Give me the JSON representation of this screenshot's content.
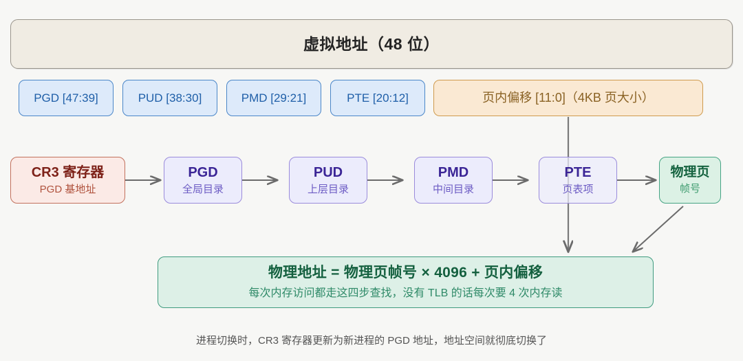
{
  "banner": {
    "title": "虚拟地址（48 位）"
  },
  "bitfields": [
    {
      "label": "PGD [47:39]",
      "kind": "index"
    },
    {
      "label": "PUD [38:30]",
      "kind": "index"
    },
    {
      "label": "PMD [29:21]",
      "kind": "index"
    },
    {
      "label": "PTE [20:12]",
      "kind": "index"
    },
    {
      "label": "页内偏移 [11:0]（4KB 页大小）",
      "kind": "offset"
    }
  ],
  "chain": [
    {
      "line1": "CR3 寄存器",
      "line2": "PGD 基地址",
      "kind": "cr3"
    },
    {
      "line1": "PGD",
      "line2": "全局目录",
      "kind": "level"
    },
    {
      "line1": "PUD",
      "line2": "上层目录",
      "kind": "level"
    },
    {
      "line1": "PMD",
      "line2": "中间目录",
      "kind": "level"
    },
    {
      "line1": "PTE",
      "line2": "页表项",
      "kind": "level"
    },
    {
      "line1": "物理页",
      "line2": "帧号",
      "kind": "phys"
    }
  ],
  "result": {
    "formula": "物理地址 = 物理页帧号 × 4096 + 页内偏移",
    "note": "每次内存访问都走这四步查找，没有 TLB 的话每次要 4 次内存读"
  },
  "caption": "进程切换时，CR3 寄存器更新为新进程的 PGD 地址，地址空间就彻底切换了",
  "colors": {
    "background": "#f7f7f5",
    "banner_fill": "#f0ece3",
    "banner_border": "#9a958c",
    "index_fill": "#ddeafa",
    "index_border": "#4a86c8",
    "index_text": "#1f5fa8",
    "offset_fill": "#fae9d3",
    "offset_border": "#cf9a4c",
    "offset_text": "#8a6224",
    "cr3_fill": "#fbeae6",
    "cr3_border": "#c2705c",
    "cr3_text": "#7d2118",
    "level_fill": "#ececfc",
    "level_border": "#9a8bdb",
    "level_text": "#3b2596",
    "phys_fill": "#dcf1e5",
    "phys_border": "#45a383",
    "phys_text": "#14623f",
    "result_fill": "#ddf0e7",
    "result_border": "#3f9b7f",
    "result_text": "#14603f",
    "arrow": "#6b6b6b",
    "offset_line": "#7a7a7a",
    "caption_text": "#555555"
  }
}
